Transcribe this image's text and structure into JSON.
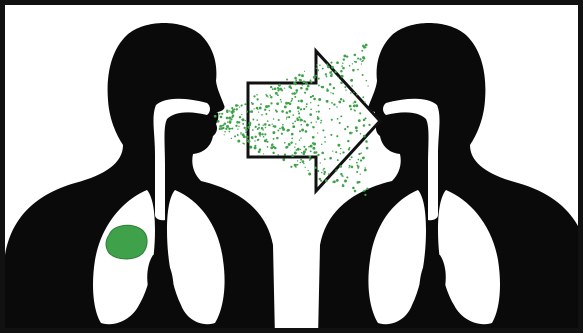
{
  "figure": {
    "labels": [],
    "colors": {
      "silhouette": "#0a0a0a",
      "background": "#ffffff",
      "infection": "#3fa24a",
      "droplets": "#3fa24a",
      "arrow_stroke": "#111111",
      "arrow_fill": "#ffffff"
    },
    "parts": [
      "infected-person-silhouette",
      "infected-lung-patch",
      "respiratory-droplet-cloud",
      "transmission-arrow",
      "healthy-person-silhouette"
    ]
  }
}
